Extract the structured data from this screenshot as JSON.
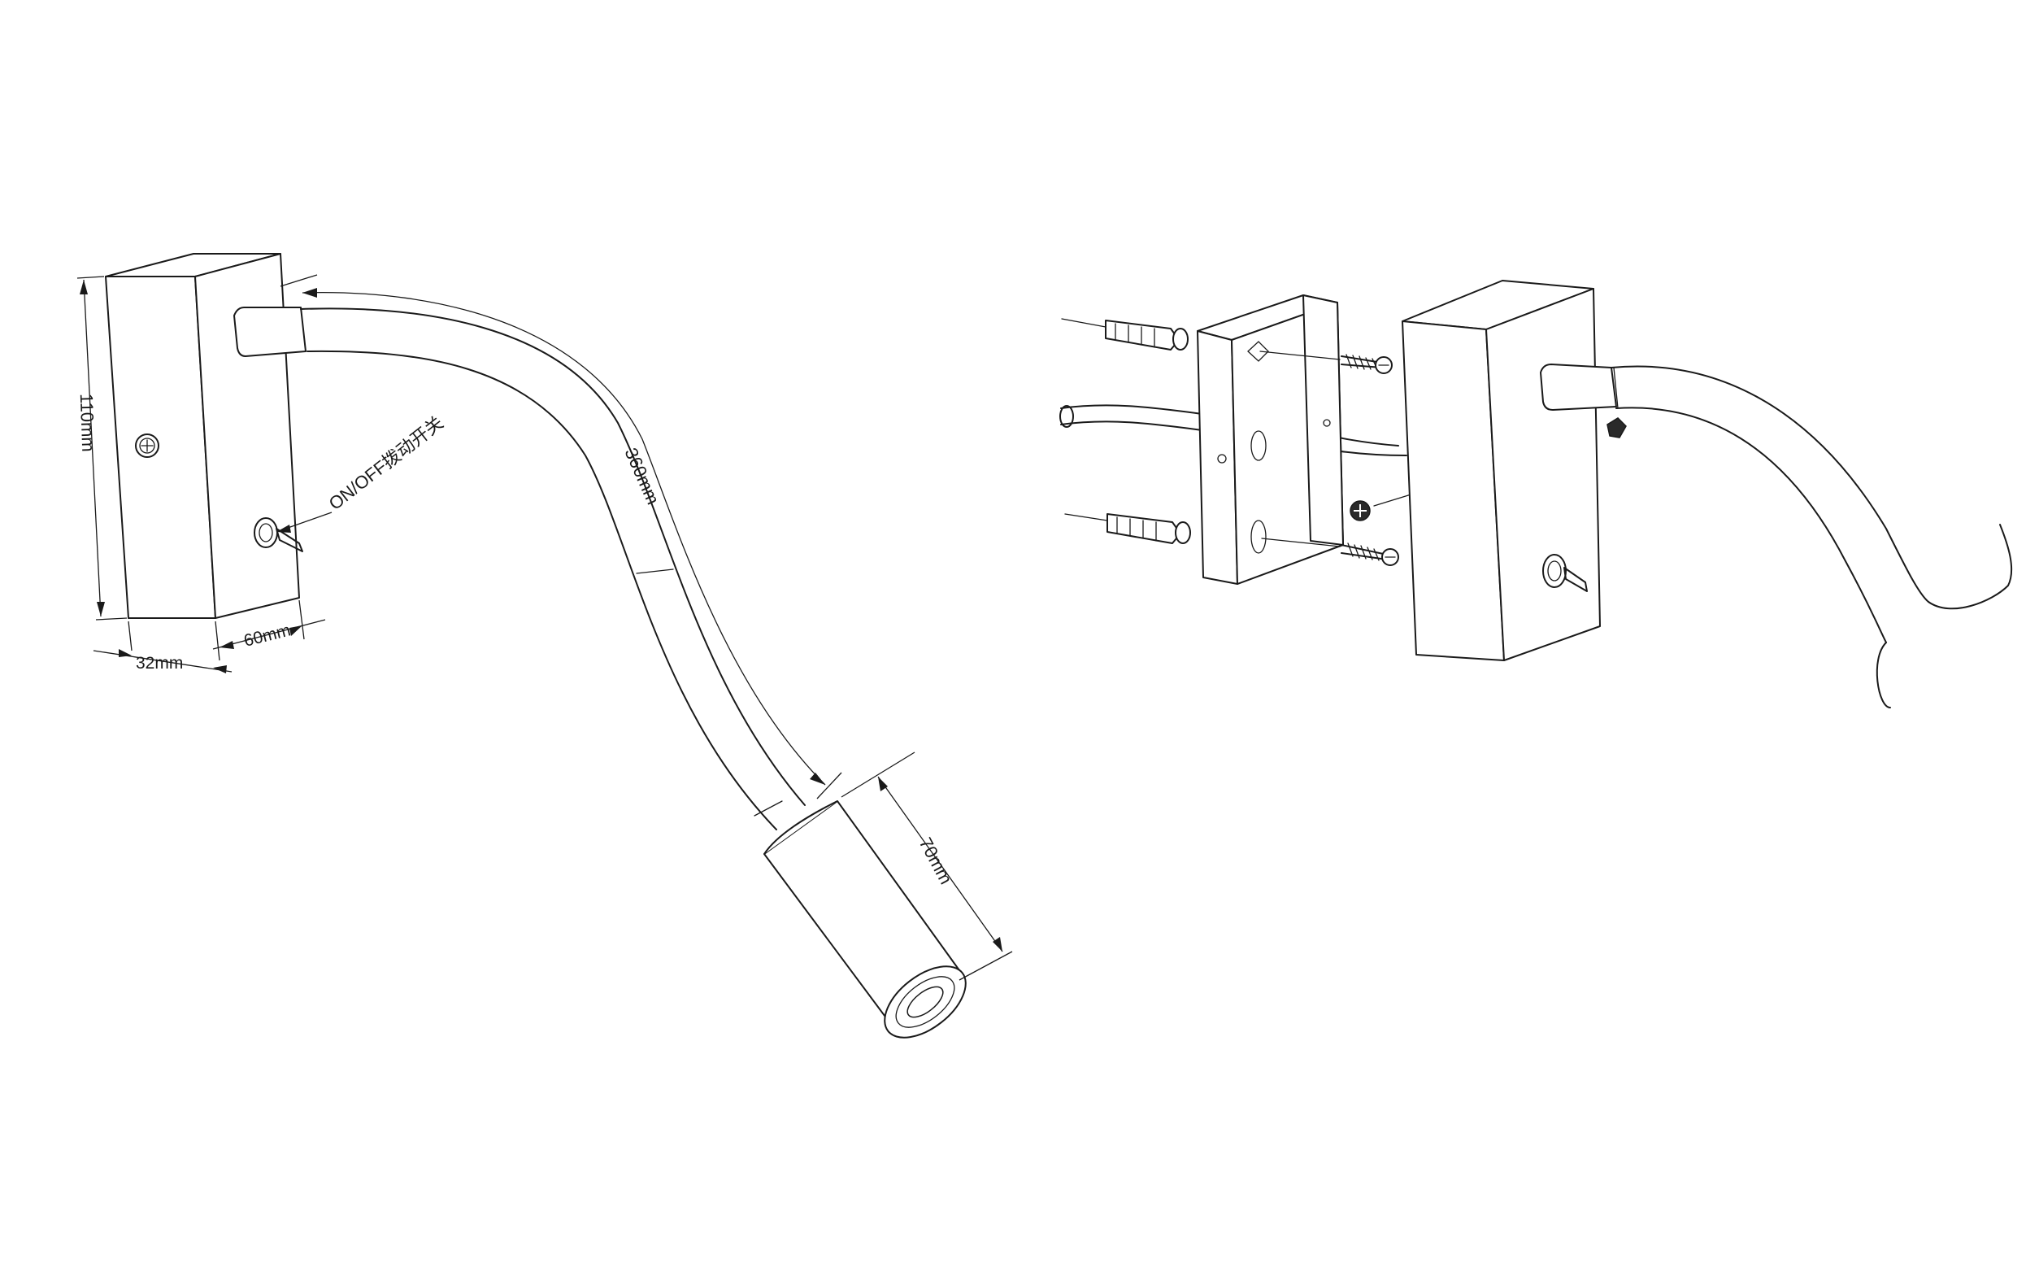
{
  "labels": {
    "height": "110mm",
    "width": "32mm",
    "depth": "60mm",
    "arm_length": "360mm",
    "head_length": "70mm",
    "switch": "ON/OFF拨动开关"
  }
}
